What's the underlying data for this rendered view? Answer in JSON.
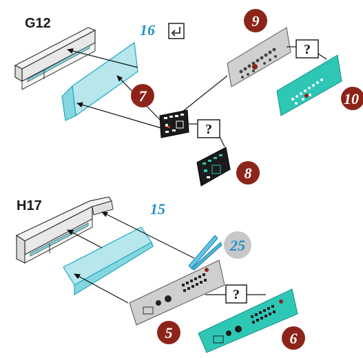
{
  "sections": {
    "top_label": "G12",
    "bottom_label": "H17"
  },
  "steps": {
    "top_step": "16",
    "bottom_step": "15"
  },
  "decals": {
    "d9": "9",
    "d10": "10",
    "d7": "7",
    "d8": "8",
    "d5": "5",
    "d6": "6",
    "d25": "25"
  },
  "question_mark": "?",
  "colors": {
    "clear_part": "#9fe0e4",
    "clear_part_edge": "#1aa9c0",
    "decal_number_bg": "#8c2419",
    "step_number_blue": "#1f8fc9",
    "grey_badge": "#c8c8c8",
    "alt_decal_teal": "#2ec7b6"
  },
  "icons": [
    "return-arrow-icon",
    "tweezers-icon"
  ]
}
